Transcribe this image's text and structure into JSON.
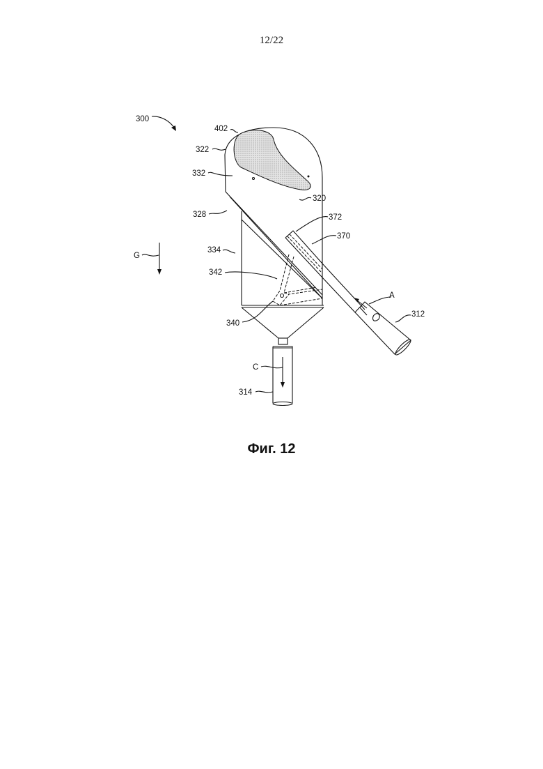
{
  "page_number": "12/22",
  "caption": "Фиг. 12",
  "labels": {
    "l300": "300",
    "l402": "402",
    "l322": "322",
    "l332": "332",
    "l320": "320",
    "l328": "328",
    "l372": "372",
    "l370": "370",
    "l334": "334",
    "lG": "G",
    "l342": "342",
    "l340": "340",
    "lA": "A",
    "l312": "312",
    "lC": "C",
    "l314": "314"
  }
}
